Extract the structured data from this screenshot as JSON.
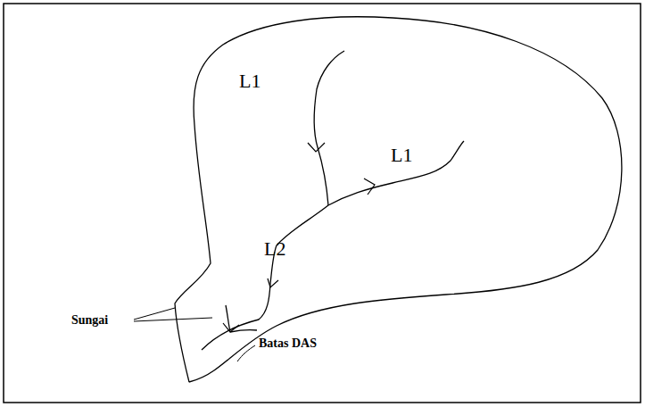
{
  "diagram": {
    "labels": [
      "L1",
      "L1",
      "L2",
      "Sungai",
      "Batas DAS"
    ]
  }
}
